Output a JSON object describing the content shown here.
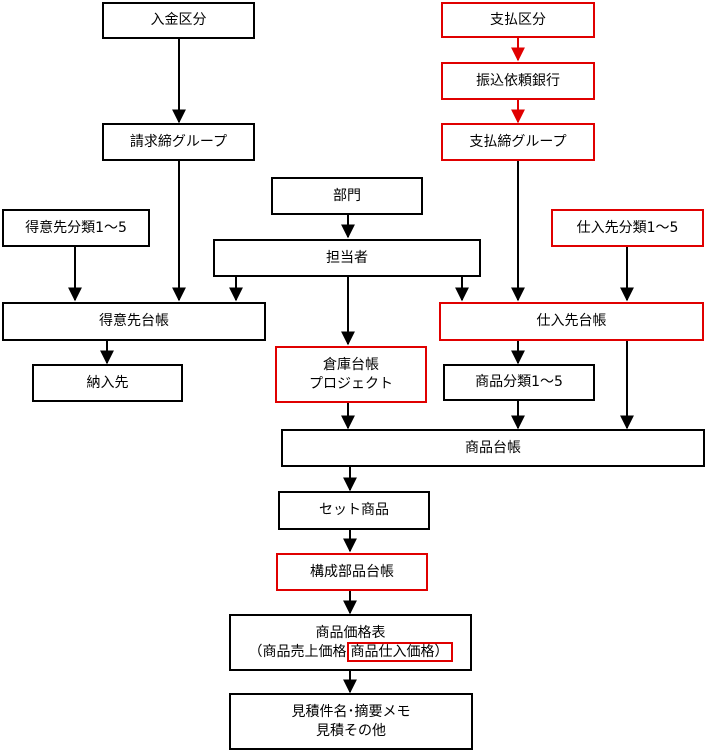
{
  "colors": {
    "black": "#000000",
    "red": "#e00000"
  },
  "nodes": {
    "nyukin_kubun": "入金区分",
    "seikyu_shime_group": "請求締グループ",
    "tokuisaki_bunrui": "得意先分類1～5",
    "tokuisaki_daicho": "得意先台帳",
    "nonyusaki": "納入先",
    "bumon": "部門",
    "tantousha": "担当者",
    "souko_daicho": "倉庫台帳",
    "project": "プロジェクト",
    "shiharai_kubun": "支払区分",
    "furikomi_irai_ginko": "振込依頼銀行",
    "shiharai_shime_group": "支払締グループ",
    "shiiresaki_bunrui": "仕入先分類1～5",
    "shiiresaki_daicho": "仕入先台帳",
    "shohin_bunrui": "商品分類1～5",
    "shohin_daicho": "商品台帳",
    "set_shohin": "セット商品",
    "kousei_buhin_daicho": "構成部品台帳",
    "shohin_kakaku_hyo": "商品価格表",
    "uriage_kakaku": "（商品売上価格",
    "shiire_kakaku": "商品仕入価格）",
    "mitsumori_kenmei": "見積件名･摘要メモ",
    "mitsumori_sonota": "見積その他"
  }
}
